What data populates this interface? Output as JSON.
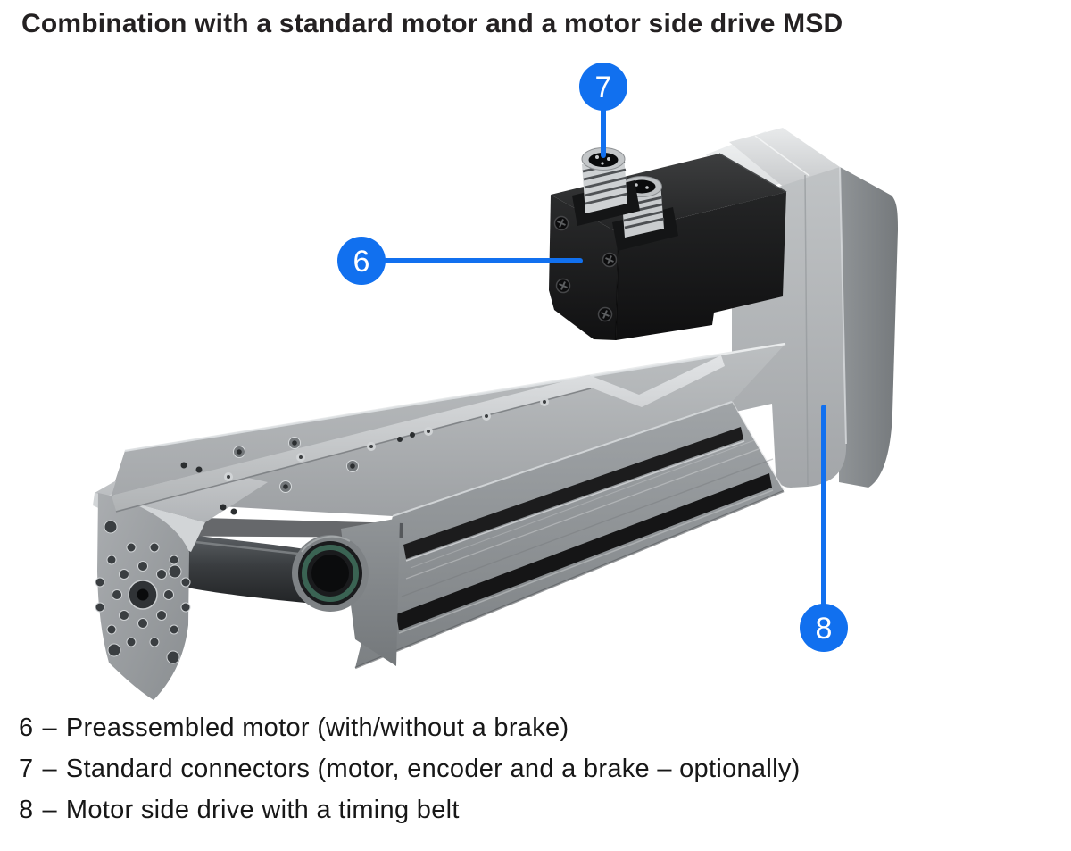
{
  "title": "Combination with a standard motor and a motor side drive MSD",
  "figure": {
    "illustration_name": "linear-actuator-with-preassembled-motor-and-msd-3d-render",
    "callouts": [
      {
        "number": "6"
      },
      {
        "number": "7"
      },
      {
        "number": "8"
      }
    ]
  },
  "legend": {
    "items": [
      {
        "number": "6",
        "dash": "–",
        "text": "Preassembled motor (with/without a brake)"
      },
      {
        "number": "7",
        "dash": "–",
        "text": "Standard connectors (motor, encoder and a brake – optionally)"
      },
      {
        "number": "8",
        "dash": "–",
        "text": "Motor side drive with a timing belt"
      }
    ]
  },
  "colors": {
    "accent": "#1170EF",
    "background": "#FFFFFF",
    "title_text": "#242122",
    "legend_text": "#171717",
    "motor_black": "#1B1C1D",
    "metal_light": "#C8CBCD",
    "metal_mid": "#9A9EA1"
  }
}
